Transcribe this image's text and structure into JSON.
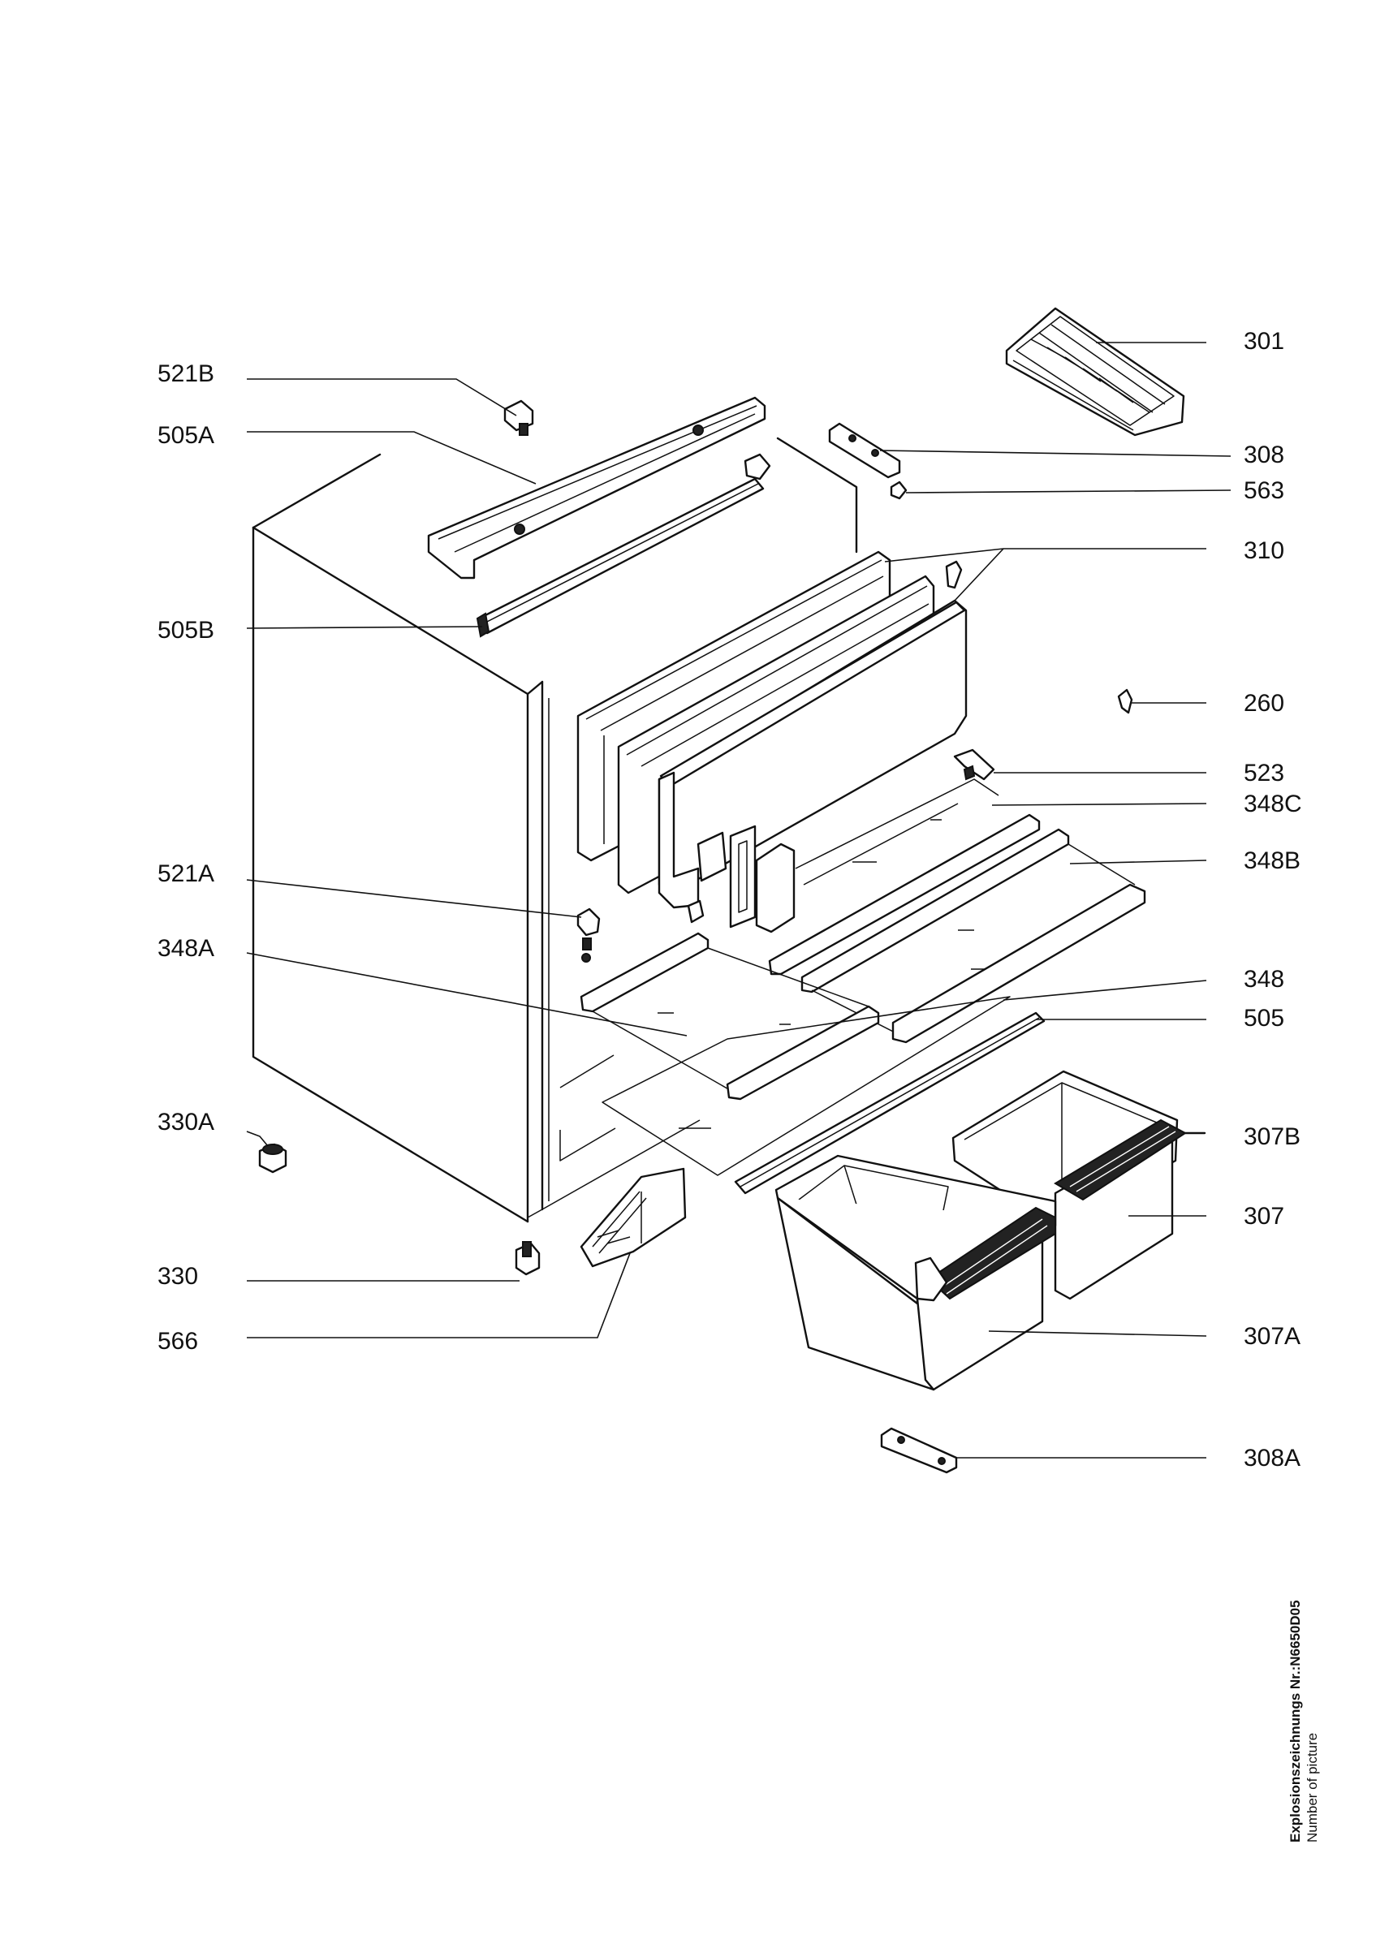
{
  "labels": [
    {
      "id": "301",
      "text": "301"
    },
    {
      "id": "521B",
      "text": "521B"
    },
    {
      "id": "505A",
      "text": "505A"
    },
    {
      "id": "308",
      "text": "308"
    },
    {
      "id": "563",
      "text": "563"
    },
    {
      "id": "310",
      "text": "310"
    },
    {
      "id": "505B",
      "text": "505B"
    },
    {
      "id": "260",
      "text": "260"
    },
    {
      "id": "523",
      "text": "523"
    },
    {
      "id": "348C",
      "text": "348C"
    },
    {
      "id": "521A",
      "text": "521A"
    },
    {
      "id": "348B",
      "text": "348B"
    },
    {
      "id": "348A",
      "text": "348A"
    },
    {
      "id": "348",
      "text": "348"
    },
    {
      "id": "505",
      "text": "505"
    },
    {
      "id": "330A",
      "text": "330A"
    },
    {
      "id": "307B",
      "text": "307B"
    },
    {
      "id": "307",
      "text": "307"
    },
    {
      "id": "330",
      "text": "330"
    },
    {
      "id": "566",
      "text": "566"
    },
    {
      "id": "307A",
      "text": "307A"
    },
    {
      "id": "308A",
      "text": "308A"
    }
  ],
  "caption": {
    "line1": "Explosionszeichnungs Nr.:N6650D05",
    "line2": "Number of picture"
  }
}
